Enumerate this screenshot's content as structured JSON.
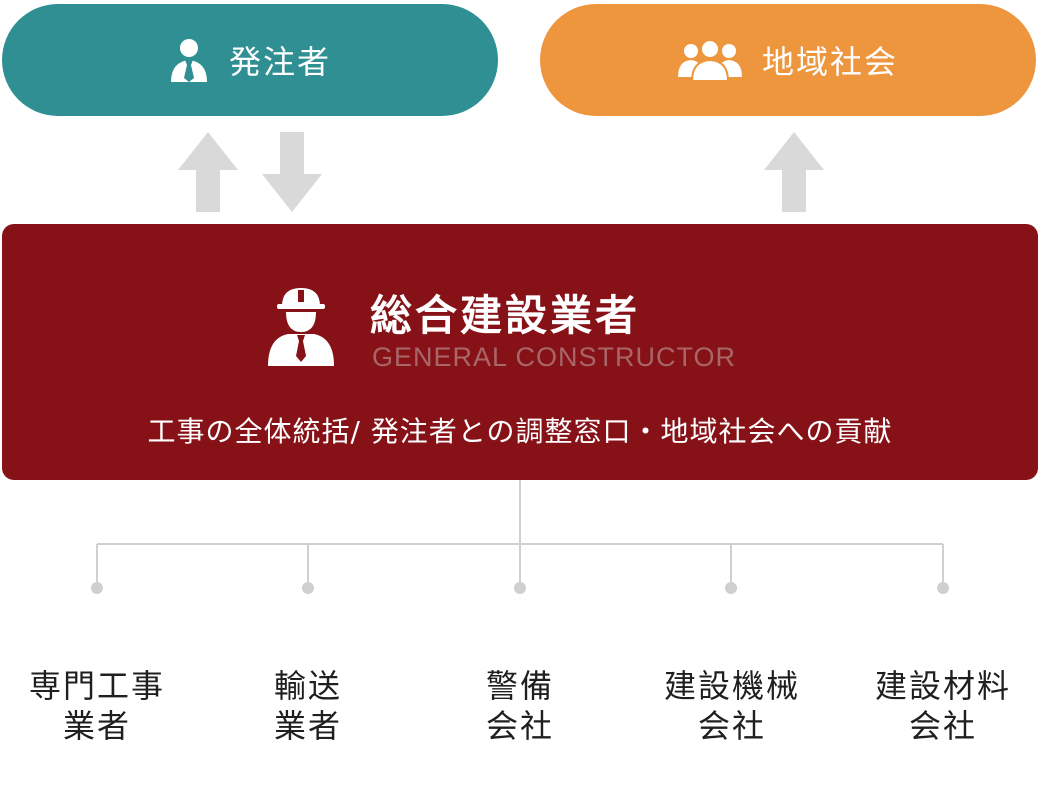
{
  "top": {
    "client": {
      "label": "発注者",
      "icon": "businessman-icon",
      "color": "#2f8f92"
    },
    "community": {
      "label": "地域社会",
      "icon": "group-people-icon",
      "color": "#ee963e"
    }
  },
  "general_contractor": {
    "title": "総合建設業者",
    "subtitle": "GENERAL CONSTRUCTOR",
    "roles": "工事の全体統括/ 発注者との調整窓口・地域社会への貢献",
    "icon": "construction-worker-icon",
    "color": "#861218"
  },
  "arrows": {
    "color": "#d9d9d9"
  },
  "subcontractors": [
    {
      "line1": "専門工事",
      "line2": "業者"
    },
    {
      "line1": "輸送",
      "line2": "業者"
    },
    {
      "line1": "警備",
      "line2": "会社"
    },
    {
      "line1": "建設機械",
      "line2": "会社"
    },
    {
      "line1": "建設材料",
      "line2": "会社"
    }
  ]
}
